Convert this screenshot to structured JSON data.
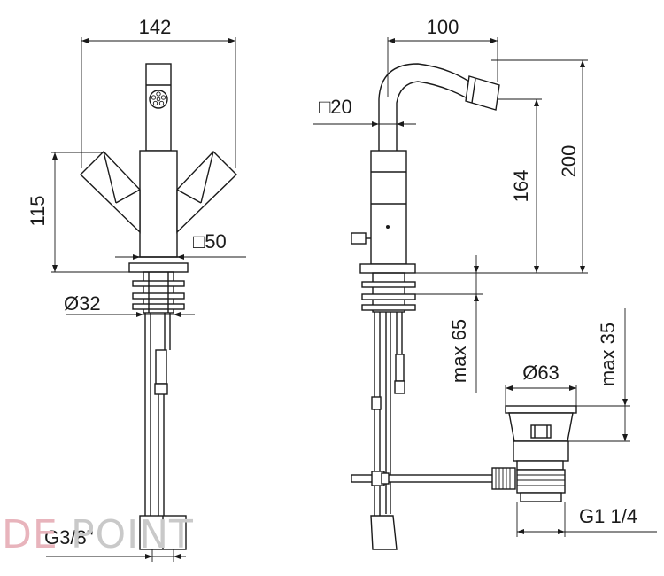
{
  "dimensions": {
    "front_width": "142",
    "front_handle_height": "115",
    "front_body_square": "□50",
    "front_shank_diameter": "Ø32",
    "front_thread": "G3/8\"",
    "side_reach": "100",
    "side_spout_square": "□20",
    "side_spout_height": "164",
    "side_total_height": "200",
    "side_max_deck": "max 65",
    "waste_diameter": "Ø63",
    "waste_max": "max 35",
    "waste_thread": "G1 1/4"
  },
  "watermark": {
    "part1": "DE",
    "part2": "POINT",
    "color1": "#e8b4bc",
    "color2": "#c9c9c9"
  }
}
